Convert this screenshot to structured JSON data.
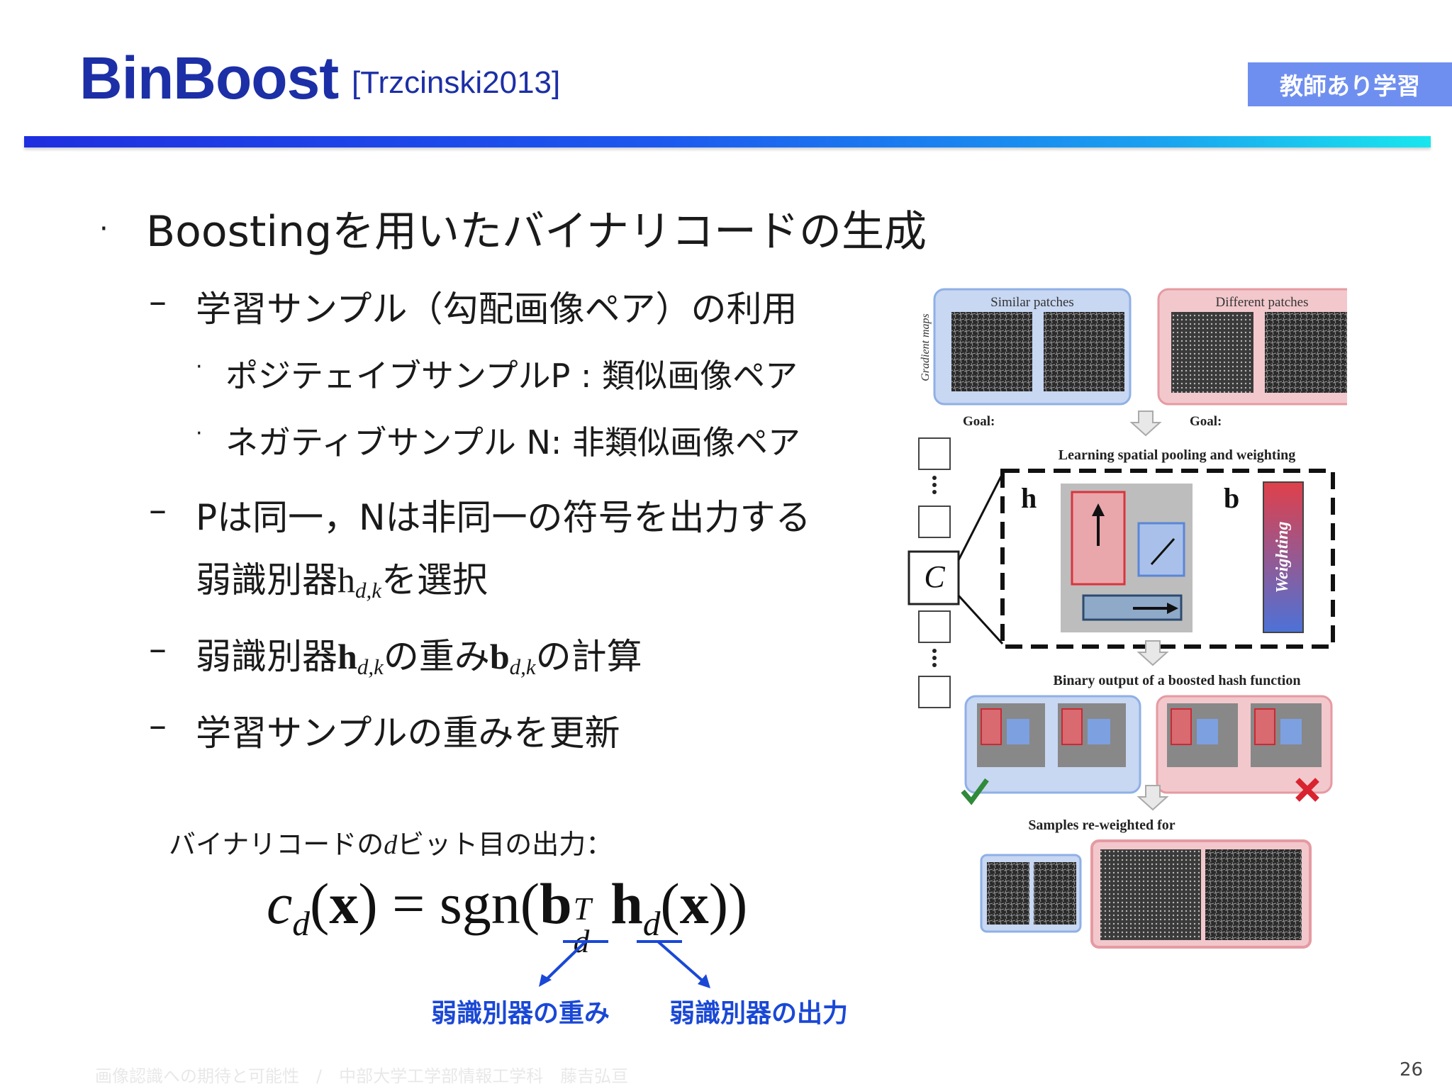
{
  "title": {
    "main": "BinBoost",
    "ref": "[Trzcinski2013]"
  },
  "badge": "教師あり学習",
  "bullets": {
    "main": "Boostingを用いたバイナリコードの生成",
    "sub1": "学習サンプル（勾配画像ペア）の利用",
    "sub1a": "ポジテェイブサンプルP : 類似画像ペア",
    "sub1b": "ネガティブサンプル N: 非類似画像ペア",
    "sub2_line1": "Pは同一，Nは非同一の符号を出力する",
    "sub2_line2_prefix": "弱識別器",
    "sub2_line2_h": "h",
    "sub2_line2_sub": "d,k",
    "sub2_line2_suffix": "を選択",
    "sub3_prefix": "弱識別器",
    "sub3_h": "h",
    "sub3_sub1": "d,k",
    "sub3_mid": "の重み",
    "sub3_b": "b",
    "sub3_sub2": "d,k",
    "sub3_suffix": "の計算",
    "sub4": "学習サンプルの重みを更新"
  },
  "equation": {
    "caption_prefix": "バイナリコードの",
    "caption_var": "d",
    "caption_suffix": "ビット目の出力：",
    "weight_label": "弱識別器の重み",
    "output_label": "弱識別器の出力"
  },
  "figure": {
    "similar": "Similar patches",
    "different": "Different patches",
    "gradient_maps": "Gradient maps",
    "goal": "Goal:",
    "learning": "Learning spatial pooling and weighting",
    "binary_output": "Binary output of a boosted hash function",
    "reweighted": "Samples re-weighted for",
    "weighting": "Weighting"
  },
  "footer": "画像認識への期待と可能性　/　中部大学工学部情報工学科　藤吉弘亘",
  "page_number": "26",
  "colors": {
    "title": "#1c2fa6",
    "badge": "#6f8ff0",
    "note": "#1a48d6"
  }
}
